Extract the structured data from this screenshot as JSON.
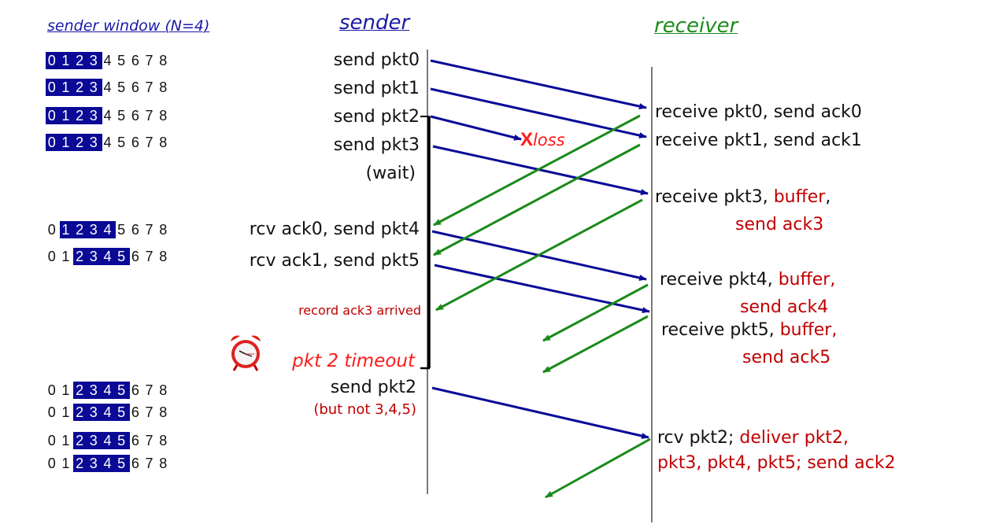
{
  "headers": {
    "window_title": "sender window (N=4)",
    "sender_title": "sender",
    "receiver_title": "receiver"
  },
  "colors": {
    "sender_title": "#1a1aa6",
    "receiver_title": "#1f8c1f",
    "window_highlight": "#0a0a96",
    "data_arrow": "#0a0a96",
    "ack_arrow": "#1a8a1a",
    "loss_mark": "#ff1a1a",
    "note_red": "#c00000"
  },
  "sender_window": {
    "sequence": [
      "0",
      "1",
      "2",
      "3",
      "4",
      "5",
      "6",
      "7",
      "8"
    ],
    "rows": [
      {
        "base": 0,
        "size": 4
      },
      {
        "base": 0,
        "size": 4
      },
      {
        "base": 0,
        "size": 4
      },
      {
        "base": 0,
        "size": 4
      },
      {
        "base": 1,
        "size": 4
      },
      {
        "base": 2,
        "size": 4
      },
      {
        "base": 2,
        "size": 4
      },
      {
        "base": 2,
        "size": 4
      },
      {
        "base": 2,
        "size": 4
      },
      {
        "base": 2,
        "size": 4
      }
    ]
  },
  "sender_events": [
    {
      "text": "send  pkt0"
    },
    {
      "text": "send  pkt1"
    },
    {
      "text": "send  pkt2"
    },
    {
      "text": "send  pkt3"
    },
    {
      "text": "(wait)"
    },
    {
      "text": "rcv ack0, send pkt4"
    },
    {
      "text": "rcv ack1, send pkt5"
    },
    {
      "text": "record ack3 arrived",
      "style": "red"
    },
    {
      "text": "pkt 2 timeout",
      "style": "bright-red-italic",
      "icon": "alarm-clock-icon"
    },
    {
      "text": "send  pkt2"
    },
    {
      "text": "(but not 3,4,5)",
      "style": "red"
    }
  ],
  "loss_label": {
    "mark": "X",
    "text": "loss"
  },
  "receiver_events": [
    {
      "black": "receive pkt0, send ack0",
      "red": ""
    },
    {
      "black": "receive pkt1, send ack1",
      "red": ""
    },
    {
      "black": "receive pkt3, ",
      "red": "buffer",
      "black2": ",",
      "line2": "send ack3"
    },
    {
      "black": "receive pkt4, ",
      "red": "buffer,",
      "line2": "send ack4"
    },
    {
      "black": "receive pkt5, ",
      "red": "buffer,",
      "line2": "send ack5"
    },
    {
      "black": "rcv pkt2; ",
      "red": "deliver pkt2,",
      "line2": "pkt3, pkt4, pkt5; send ack2"
    }
  ]
}
